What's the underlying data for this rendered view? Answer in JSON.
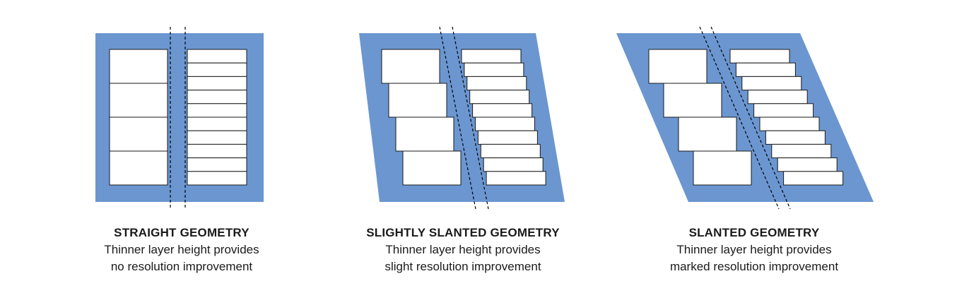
{
  "colors": {
    "background": "#ffffff",
    "panel": "#6b96d0",
    "block_fill": "#ffffff",
    "block_stroke": "#1a1a1a",
    "guide_line": "#000000"
  },
  "panels": [
    {
      "title": "STRAIGHT GEOMETRY",
      "description_line1": "Thinner layer height provides",
      "description_line2": "no resolution improvement"
    },
    {
      "title": "SLIGHTLY SLANTED GEOMETRY",
      "description_line1": "Thinner layer height provides",
      "description_line2": "slight resolution improvement"
    },
    {
      "title": "SLANTED GEOMETRY",
      "description_line1": "Thinner layer height provides",
      "description_line2": "marked resolution improvement"
    }
  ]
}
